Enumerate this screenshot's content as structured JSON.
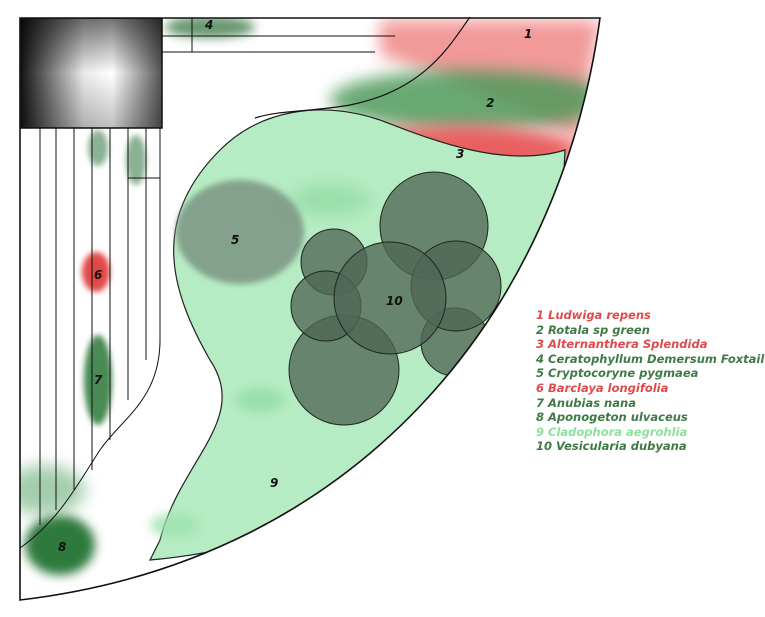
{
  "colors": {
    "red": "#e85a5a",
    "light_red": "#f4a0a0",
    "dark_green": "#3f7a4a",
    "mid_green": "#4f8b57",
    "light_green": "#a8e6b8",
    "pale_green": "#c9f0d4",
    "grey_green": "#5d7465",
    "legend_red": "#e04a4a",
    "legend_green": "#3f7a46",
    "legend_light_green": "#8ee09e"
  },
  "labels": {
    "n1": "1",
    "n2": "2",
    "n3": "3",
    "n4": "4",
    "n5": "5",
    "n6": "6",
    "n7": "7",
    "n8": "8",
    "n9": "9",
    "n10": "10"
  },
  "legend": [
    {
      "text": "1 Ludwiga repens",
      "color": "#e04a4a"
    },
    {
      "text": "2 Rotala sp green",
      "color": "#3f7a46"
    },
    {
      "text": "3 Alternanthera Splendida",
      "color": "#e04a4a"
    },
    {
      "text": "4 Ceratophyllum Demersum Foxtail",
      "color": "#3f7a46"
    },
    {
      "text": "5 Cryptocoryne pygmaea",
      "color": "#3f7a46"
    },
    {
      "text": "6 Barclaya longifolia",
      "color": "#e04a4a"
    },
    {
      "text": "7 Anubias nana",
      "color": "#3f7a46"
    },
    {
      "text": "8 Aponogeton ulvaceus",
      "color": "#3f7a46"
    },
    {
      "text": "9 Cladophora aegrohlia",
      "color": "#8ee09e"
    },
    {
      "text": "10 Vesicularia dubyana",
      "color": "#3f7a46"
    }
  ]
}
